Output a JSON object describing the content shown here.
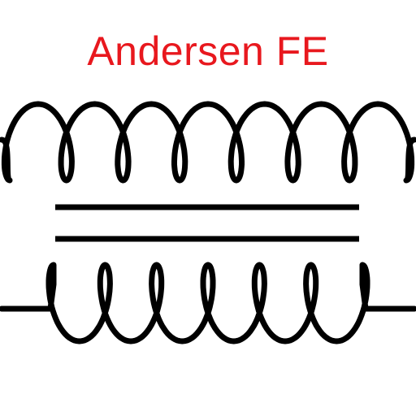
{
  "brand": {
    "title": "Andersen FE"
  },
  "icon": {
    "name": "transformer-icon"
  },
  "colors": {
    "title": "#e8181e",
    "symbol": "#000000",
    "background": "#ffffff"
  },
  "windings": {
    "primary_turns": 7,
    "secondary_turns": 6
  }
}
